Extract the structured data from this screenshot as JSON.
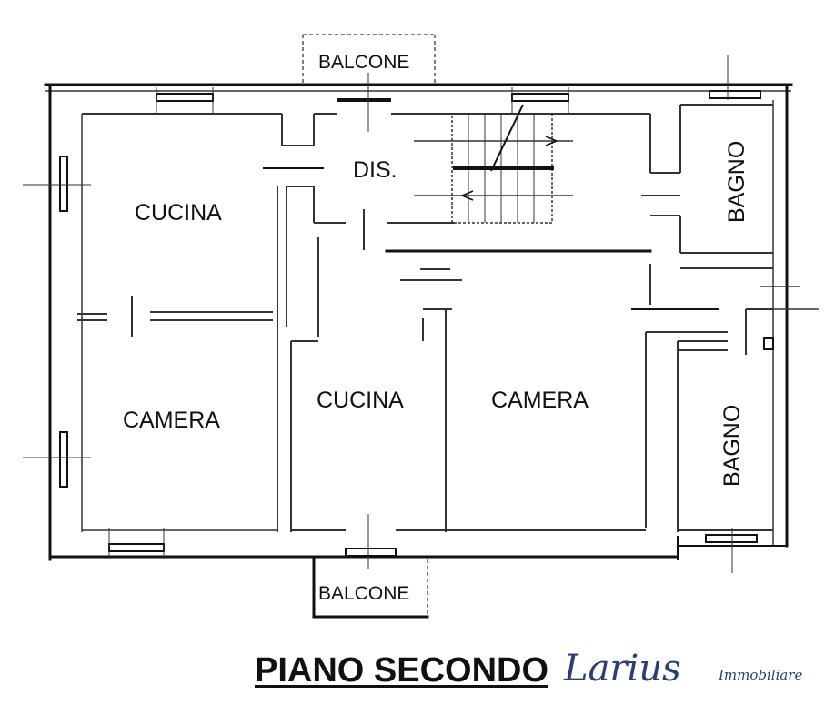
{
  "rooms": {
    "balcone_top": "BALCONE",
    "dis": "DIS.",
    "cucina_left": "CUCINA",
    "bagno_top": "BAGNO",
    "camera_left": "CAMERA",
    "cucina_center": "CUCINA",
    "camera_center": "CAMERA",
    "bagno_bottom": "BAGNO",
    "balcone_bottom": "BALCONE"
  },
  "title": "PIANO SECONDO",
  "brand": {
    "name": "Larius",
    "tagline": "Immobiliare",
    "color": "#2b3f77"
  }
}
